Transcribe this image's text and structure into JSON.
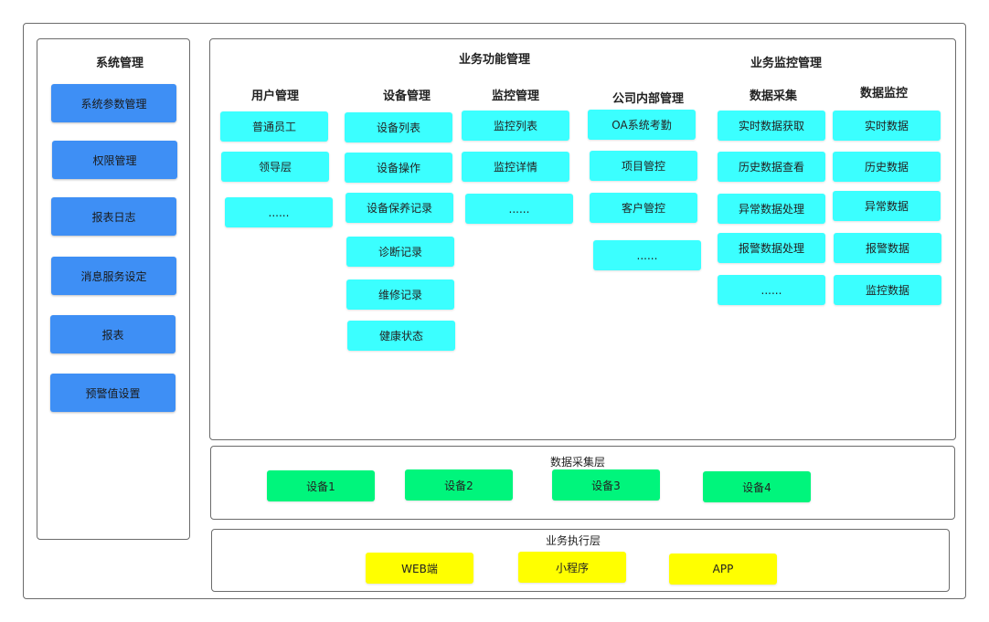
{
  "system_panel": {
    "title": "系统管理",
    "items": [
      "系统参数管理",
      "权限管理",
      "报表日志",
      "消息服务设定",
      "报表",
      "预警值设置"
    ]
  },
  "business": {
    "title": "业务功能管理",
    "monitor_title": "业务监控管理",
    "columns": [
      {
        "title": "用户管理",
        "items": [
          "普通员工",
          "领导层",
          "......"
        ]
      },
      {
        "title": "设备管理",
        "items": [
          "设备列表",
          "设备操作",
          "设备保养记录",
          "诊断记录",
          "维修记录",
          "健康状态"
        ]
      },
      {
        "title": "监控管理",
        "items": [
          "监控列表",
          "监控详情",
          "......"
        ]
      },
      {
        "title": "公司内部管理",
        "items": [
          "OA系统考勤",
          "项目管控",
          "客户管控",
          "......"
        ]
      },
      {
        "title": "数据采集",
        "items": [
          "实时数据获取",
          "历史数据查看",
          "异常数据处理",
          "报警数据处理",
          "......"
        ]
      },
      {
        "title": "数据监控",
        "items": [
          "实时数据",
          "历史数据",
          "异常数据",
          "报警数据",
          "监控数据"
        ]
      }
    ]
  },
  "collection_layer": {
    "title": "数据采集层",
    "items": [
      "设备1",
      "设备2",
      "设备3",
      "设备4"
    ]
  },
  "execution_layer": {
    "title": "业务执行层",
    "items": [
      "WEB端",
      "小程序",
      "APP"
    ]
  },
  "colors": {
    "system_item": "#3e8ff5",
    "business_item": "#3bffff",
    "collection_item": "#00f57c",
    "execution_item": "#ffff00",
    "frame_border": "#6b6b6b"
  }
}
